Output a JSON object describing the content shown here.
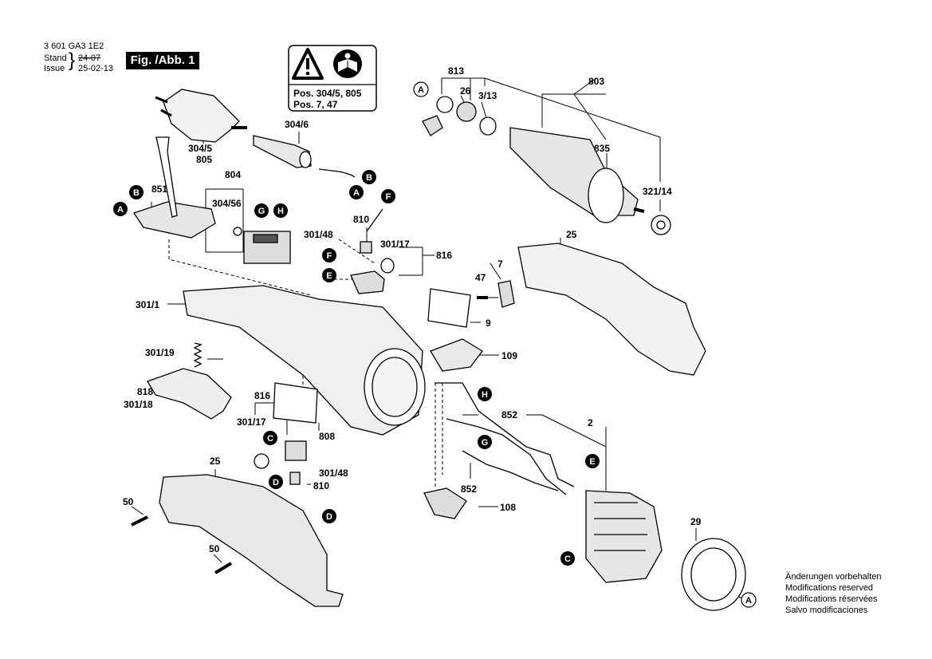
{
  "header": {
    "doc_number": "3 601 GA3 1E2",
    "stand_label": "Stand",
    "issue_label": "Issue",
    "stand_date_struck": "24-07",
    "issue_date": "25-02-13",
    "figure_label": "Fig. /Abb. 1"
  },
  "warning_box": {
    "line1": "Pos. 304/5, 805",
    "line2": "Pos. 7, 47"
  },
  "notes": [
    "Änderungen vorbehalten",
    "Modifications reserved",
    "Modifications réservées",
    "Salvo modificaciones"
  ],
  "part_labels": {
    "p813": "813",
    "p803": "803",
    "p26": "26",
    "p3_13": "3/13",
    "p835": "835",
    "p321_14": "321/14",
    "p304_6": "304/6",
    "p304_5": "304/5",
    "p805": "805",
    "p804": "804",
    "p851": "851",
    "p304_56": "304/56",
    "p810a": "810",
    "p301_48a": "301/48",
    "p301_17a": "301/17",
    "p816a": "816",
    "p25a": "25",
    "p7": "7",
    "p47": "47",
    "p301_1": "301/1",
    "p9": "9",
    "p109": "109",
    "p301_19": "301/19",
    "p818": "818",
    "p301_18": "301/18",
    "p816b": "816",
    "p301_17b": "301/17",
    "p808": "808",
    "p852a": "852",
    "p2": "2",
    "p301_48b": "301/48",
    "p810b": "810",
    "p852b": "852",
    "p108": "108",
    "p25b": "25",
    "p50a": "50",
    "p50b": "50",
    "p29": "29"
  },
  "callouts": {
    "A": "A",
    "B": "B",
    "C": "C",
    "D": "D",
    "E": "E",
    "F": "F",
    "G": "G",
    "H": "H"
  },
  "icons": [
    "warning-triangle-icon",
    "read-manual-icon"
  ]
}
